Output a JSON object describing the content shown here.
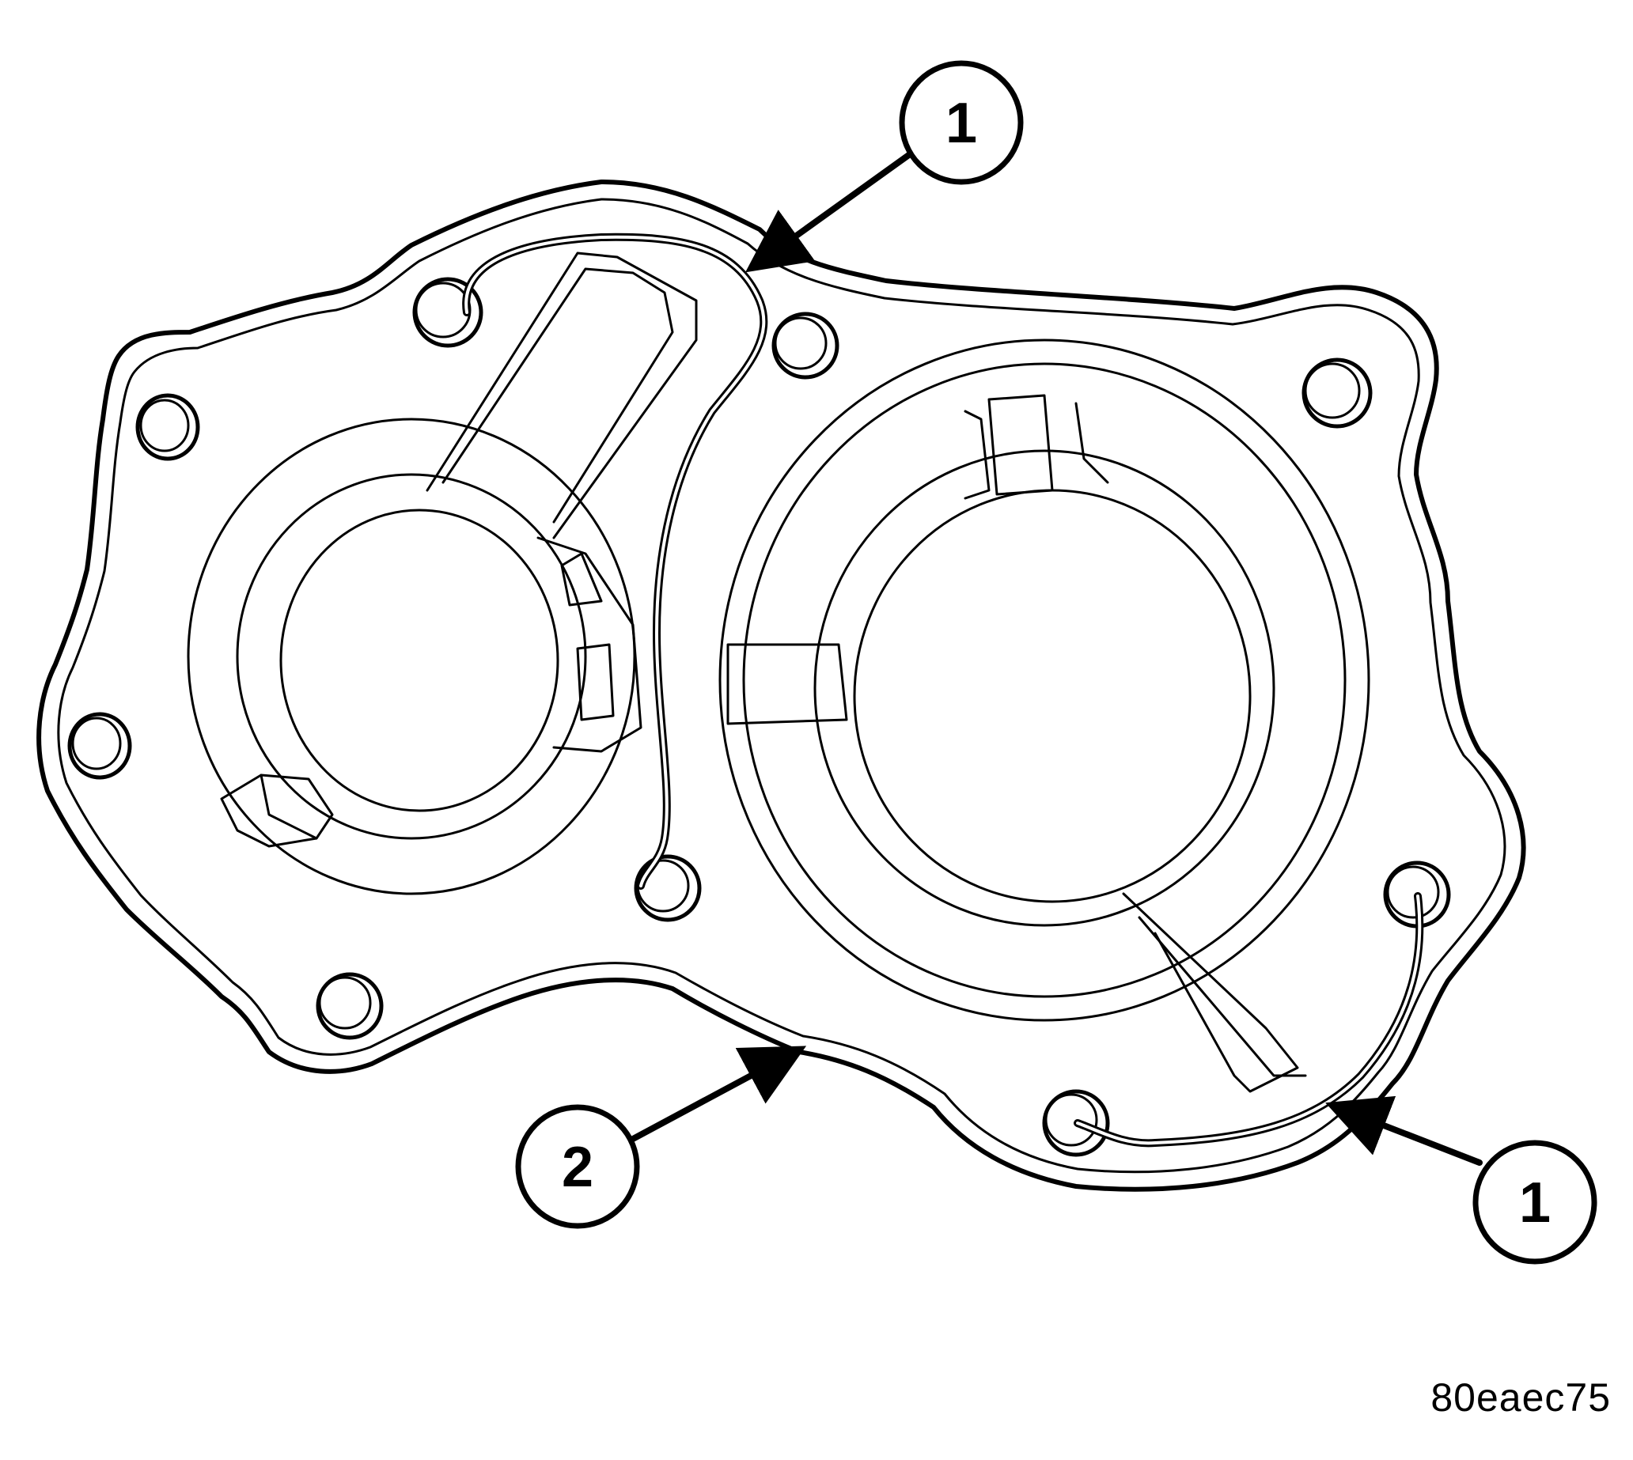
{
  "diagram": {
    "callouts": [
      {
        "id": "callout-1-top",
        "label": "1"
      },
      {
        "id": "callout-2",
        "label": "2"
      },
      {
        "id": "callout-1-bottom",
        "label": "1"
      }
    ],
    "figure_id": "80eaec75"
  },
  "colors": {
    "line": "#000000",
    "background": "#ffffff"
  }
}
